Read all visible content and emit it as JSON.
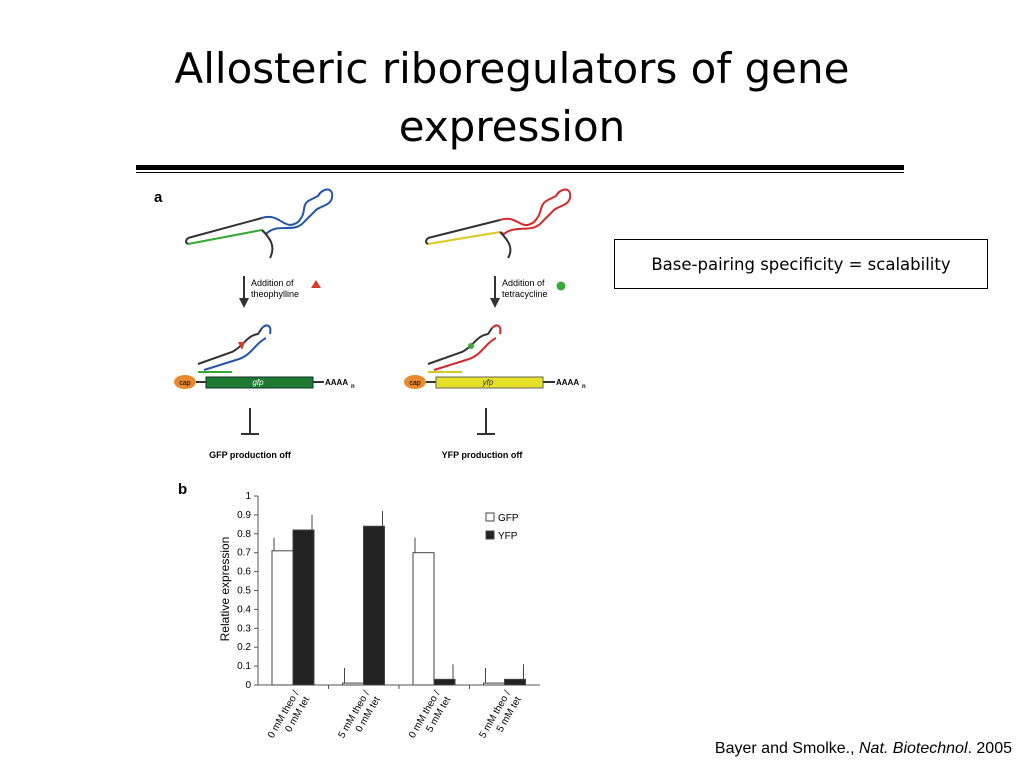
{
  "slide": {
    "title_line1": "Allosteric riboregulators of gene",
    "title_line2": "expression",
    "callout": "Base-pairing specificity = scalability",
    "citation_authors": "Bayer and Smolke., ",
    "citation_journal": "Nat. Biotechnol",
    "citation_year": ". 2005"
  },
  "panel_a": {
    "label": "a",
    "left": {
      "step_text_1": "Addition of",
      "step_text_2": "theophylline",
      "cap": "cap",
      "gene": "gfp",
      "tail": "AAAA",
      "tail_sub": "n",
      "result": "GFP production off",
      "loop_color": "#2255aa",
      "anti_color": "#33aa33",
      "gene_color": "#1d7a2f",
      "ligand_color": "#d23a2a"
    },
    "right": {
      "step_text_1": "Addition of",
      "step_text_2": "tetracycline",
      "cap": "cap",
      "gene": "yfp",
      "tail": "AAAA",
      "tail_sub": "n",
      "result": "YFP production off",
      "loop_color": "#d22a2a",
      "anti_color": "#d8c820",
      "gene_color": "#e6e02a",
      "ligand_color": "#3aa83a"
    }
  },
  "panel_b": {
    "label": "b"
  },
  "chart_data": {
    "type": "bar",
    "ylabel": "Relative expression",
    "ylim": [
      0,
      1
    ],
    "yticks": [
      "0",
      "0.1",
      "0.2",
      "0.3",
      "0.4",
      "0.5",
      "0.6",
      "0.7",
      "0.8",
      "0.9",
      "1"
    ],
    "categories": [
      [
        "0 mM theo /",
        "0 mM tet"
      ],
      [
        "5 mM theo /",
        "0 mM tet"
      ],
      [
        "0 mM theo /",
        "5 mM tet"
      ],
      [
        "5 mM theo /",
        "5 mM tet"
      ]
    ],
    "series": [
      {
        "name": "GFP",
        "values": [
          0.71,
          0.01,
          0.7,
          0.01
        ],
        "errors": [
          0.07,
          0.08,
          0.08,
          0.08
        ],
        "fill": "#ffffff"
      },
      {
        "name": "YFP",
        "values": [
          0.82,
          0.84,
          0.03,
          0.03
        ],
        "errors": [
          0.08,
          0.08,
          0.08,
          0.08
        ],
        "fill": "#222222"
      }
    ],
    "legend_position": "top-right"
  }
}
